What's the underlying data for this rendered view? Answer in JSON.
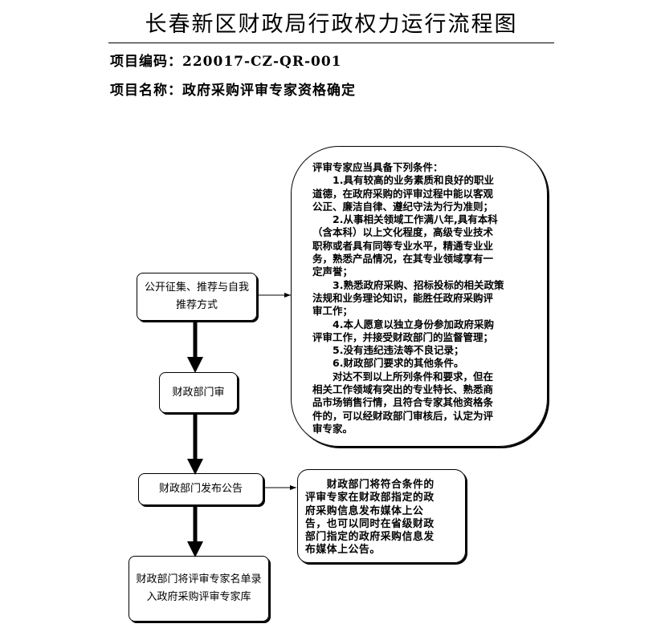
{
  "title": "长春新区财政局行政权力运行流程图",
  "project_code": "项目编码：220017-CZ-QR-001",
  "project_name": "项目名称：政府采购评审专家资格确定",
  "steps": [
    "公开征集、推荐与自我推荐方式",
    "财政部门审",
    "财政部门发布公告",
    "财政部门将评审专家名单录入政府采购评审专家库"
  ],
  "conditions": [
    "评审专家应当具备下列条件：",
    "　　1.具有较高的业务素质和良好的职业",
    "道德，在政府采购的评审过程中能以客观",
    "公正、廉洁自律、遵纪守法为行为准则；",
    "　　2.从事相关领域工作满八年,具有本科",
    "（含本科）以上文化程度，高级专业技术",
    "职称或者具有同等专业水平，精通专业业",
    "务，熟悉产品情况，在其专业领域享有一",
    "定声誉；",
    "　　3.熟悉政府采购、招标投标的相关政策",
    "法规和业务理论知识，能胜任政府采购评",
    "审工作；",
    "　　4.本人愿意以独立身份参加政府采购",
    "评审工作，并接受财政部门的监督管理；",
    "　　5.没有违纪违法等不良记录；",
    "　　6.财政部门要求的其他条件。",
    "　　对达不到以上所列条件和要求，但在",
    "相关工作领域有突出的专业特长、熟悉商",
    "品市场销售行情，且符合专家其他资格条",
    "件的，可以经财政部门审核后，认定为评",
    "审专家。"
  ],
  "announcement": [
    "　　财政部门将符合条件的",
    "评审专家在财政部指定的政",
    "府采购信息发布媒体上公",
    "告，也可以同时在省级财政",
    "部门指定的政府采购信息发",
    "布媒体上公告。"
  ]
}
